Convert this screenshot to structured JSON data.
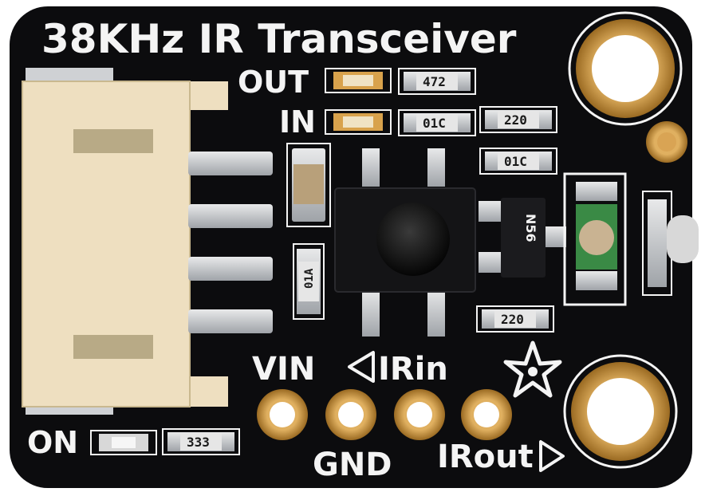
{
  "board": {
    "title": "38KHz IR Transceiver",
    "labels": {
      "out": "OUT",
      "in": "IN",
      "on": "ON",
      "vin": "VIN",
      "gnd": "GND",
      "irin": "IRin",
      "irout": "IRout"
    },
    "resistor_codes": {
      "r_top": "472",
      "r_mid": "01C",
      "r_right_top": "220",
      "r_right_mid": "01C",
      "r_left_vertical": "01A",
      "r_bottom_right": "220",
      "r_bottom_left": "333"
    },
    "chip_marking": "N56"
  },
  "colors": {
    "pcb": "#0c0c0e",
    "silkscreen": "#f4f4f4",
    "gold": "#c8923a",
    "connector": "#eedfc0",
    "pad": "#cfd1d4"
  }
}
